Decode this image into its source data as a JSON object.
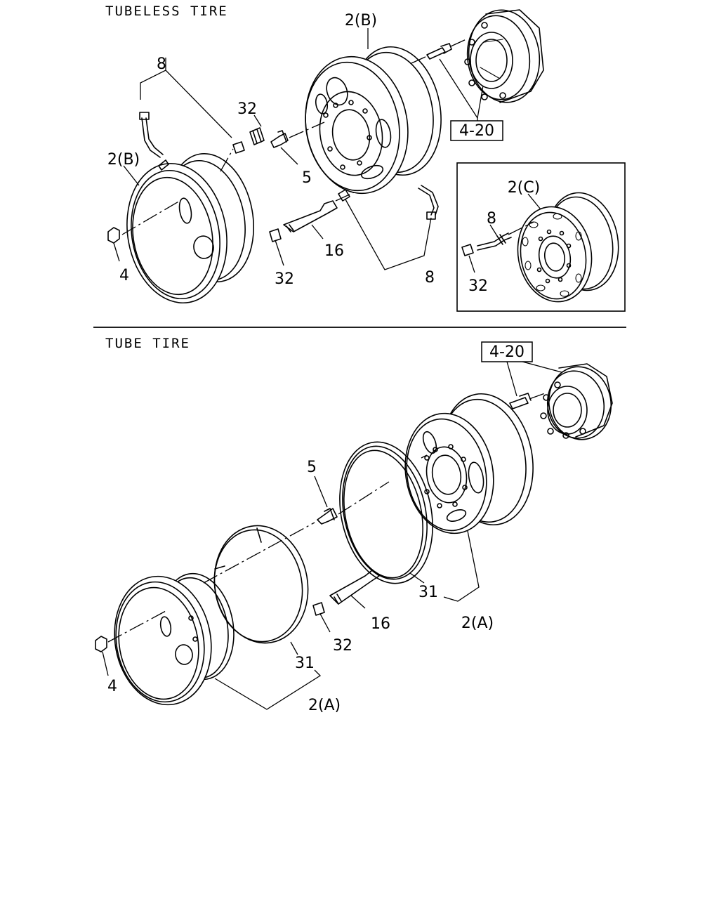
{
  "sections": {
    "tubeless": {
      "title": "TUBELESS TIRE"
    },
    "tube": {
      "title": "TUBE TIRE"
    }
  },
  "callouts": {
    "tubeless": {
      "wheel_top": "2(B)",
      "wheel_left": "2(B)",
      "valve_hose": "8",
      "cap": "32",
      "valve": "5",
      "nut": "4",
      "extension": "16",
      "cap_lower": "32",
      "hose_lower": "8",
      "hub_ref": "4-20"
    },
    "inset": {
      "wheel": "2(C)",
      "hose": "8",
      "cap": "32"
    },
    "tube": {
      "hub_ref": "4-20",
      "valve": "5",
      "ring_right": "31",
      "wheel_right": "2(A)",
      "extension": "16",
      "cap": "32",
      "ring_left": "31",
      "nut": "4",
      "wheel_left": "2(A)"
    }
  }
}
